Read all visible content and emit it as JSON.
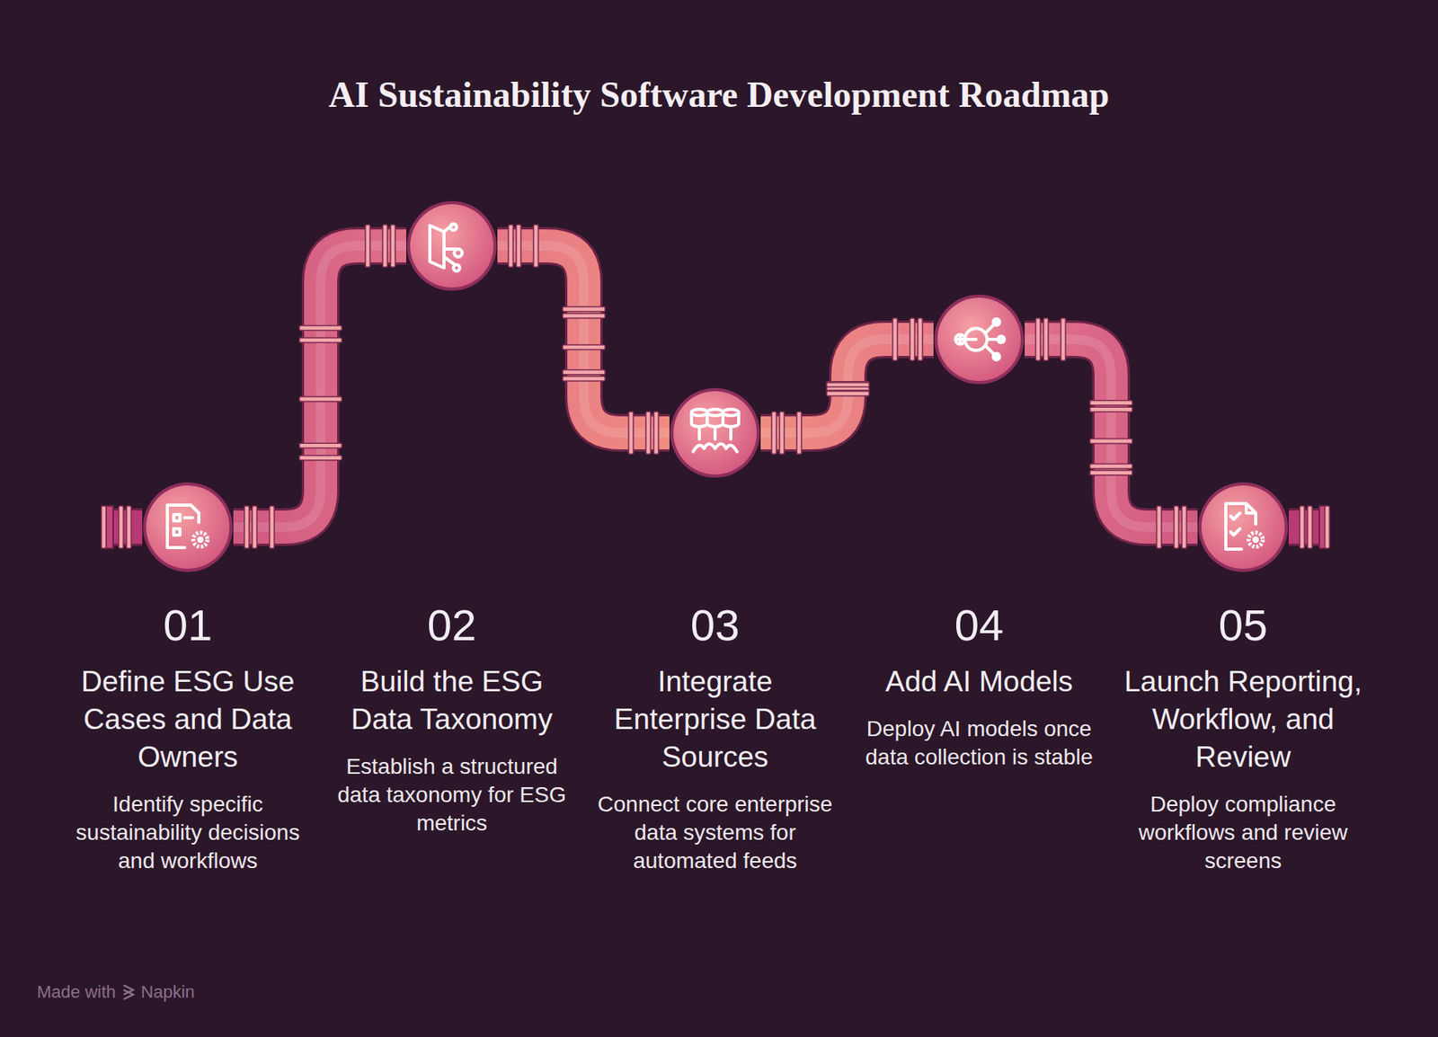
{
  "diagram": {
    "title": "AI Sustainability Software Development Roadmap",
    "nodes": [
      {
        "text": [
          "01",
          "Define ESG Use Cases and Data Owners",
          "Identify specific sustainability decisions and workflows"
        ]
      },
      {
        "text": [
          "02",
          "Build the ESG Data Taxonomy",
          "Establish a structured data taxonomy for ESG metrics"
        ]
      },
      {
        "text": [
          "03",
          "Integrate Enterprise Data Sources",
          "Connect core enterprise data systems for automated feeds"
        ]
      },
      {
        "text": [
          "04",
          "Add AI Models",
          "Deploy AI models once data collection is stable"
        ]
      },
      {
        "text": [
          "05",
          "Launch Reporting, Workflow, and Review",
          "Deploy compliance workflows and review screens"
        ]
      }
    ],
    "edges": [
      {
        "from": 0,
        "to": 1,
        "arrow": "none"
      },
      {
        "from": 1,
        "to": 2,
        "arrow": "none"
      },
      {
        "from": 2,
        "to": 3,
        "arrow": "none"
      },
      {
        "from": 3,
        "to": 4,
        "arrow": "none"
      }
    ],
    "labels": [
      "Made with",
      "Napkin"
    ]
  }
}
